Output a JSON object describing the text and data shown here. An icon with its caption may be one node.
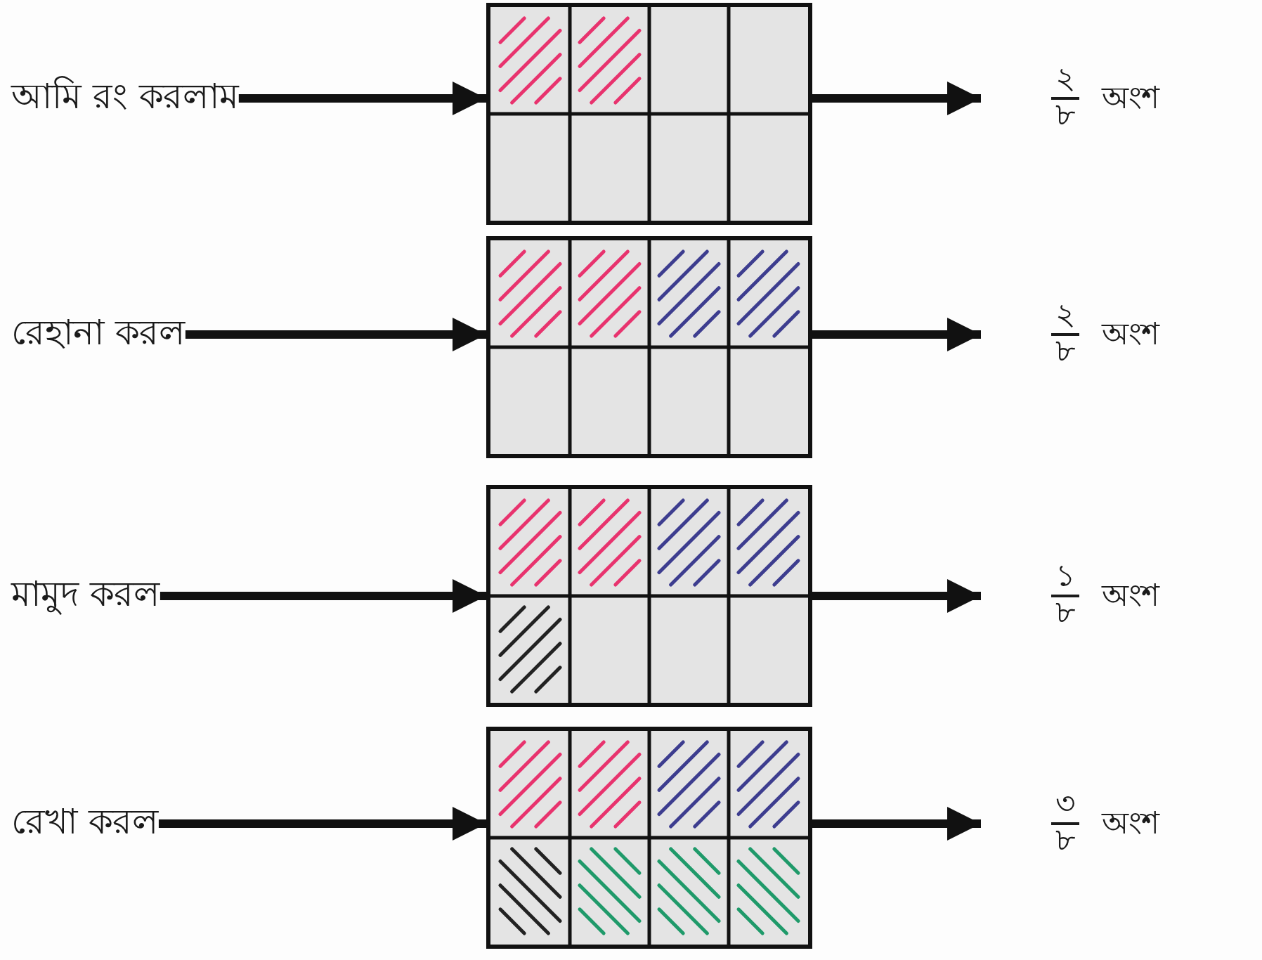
{
  "diagram": {
    "nodes": [
      {
        "text": [
          "আমি রং করলাম"
        ]
      },
      {
        "text": [],
        "shape": "box"
      },
      {
        "text": [
          "২",
          "৮",
          "অংশ"
        ]
      },
      {
        "text": [
          "রেহানা করল"
        ]
      },
      {
        "text": [],
        "shape": "box"
      },
      {
        "text": [
          "২",
          "৮",
          "অংশ"
        ]
      },
      {
        "text": [
          "মামুদ করল"
        ]
      },
      {
        "text": [],
        "shape": "box"
      },
      {
        "text": [
          "১",
          "৮",
          "অংশ"
        ]
      },
      {
        "text": [
          "রেখা করল"
        ]
      },
      {
        "text": [],
        "shape": "box"
      },
      {
        "text": [
          "৩",
          "৮",
          "অংশ"
        ]
      }
    ],
    "edges": [
      {
        "from": 0,
        "to": 1,
        "arrow": "to"
      },
      {
        "from": 1,
        "to": 2,
        "arrow": "to"
      },
      {
        "from": 3,
        "to": 4,
        "arrow": "to"
      },
      {
        "from": 4,
        "to": 5,
        "arrow": "to"
      },
      {
        "from": 6,
        "to": 7,
        "arrow": "to"
      },
      {
        "from": 7,
        "to": 8,
        "arrow": "to"
      },
      {
        "from": 9,
        "to": 10,
        "arrow": "to"
      },
      {
        "from": 10,
        "to": 11,
        "arrow": "to"
      }
    ]
  }
}
